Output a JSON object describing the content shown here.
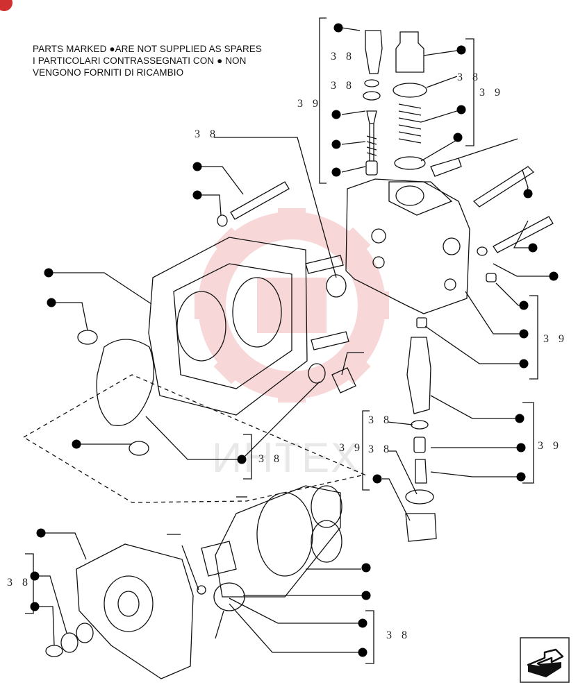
{
  "notice": {
    "line1": "PARTS MARKED ●ARE NOT SUPPLIED AS SPARES",
    "line2": "I PARTICOLARI CONTRASSEGNATI CON ● NON",
    "line3": "VENGONO FORNITI DI RICAMBIO"
  },
  "watermark": {
    "text": "ИНТЕХ"
  },
  "callouts": {
    "c38": "3 8",
    "c39": "3 9"
  },
  "icons": {
    "bullet": "filled-circle-icon",
    "next_page": "next-page-arrow-icon",
    "corner": "corner-badge-icon"
  },
  "colors": {
    "line": "#111111",
    "bullet": "#000000",
    "watermark": "#f2b8b8",
    "corner_badge": "#d0302f"
  }
}
